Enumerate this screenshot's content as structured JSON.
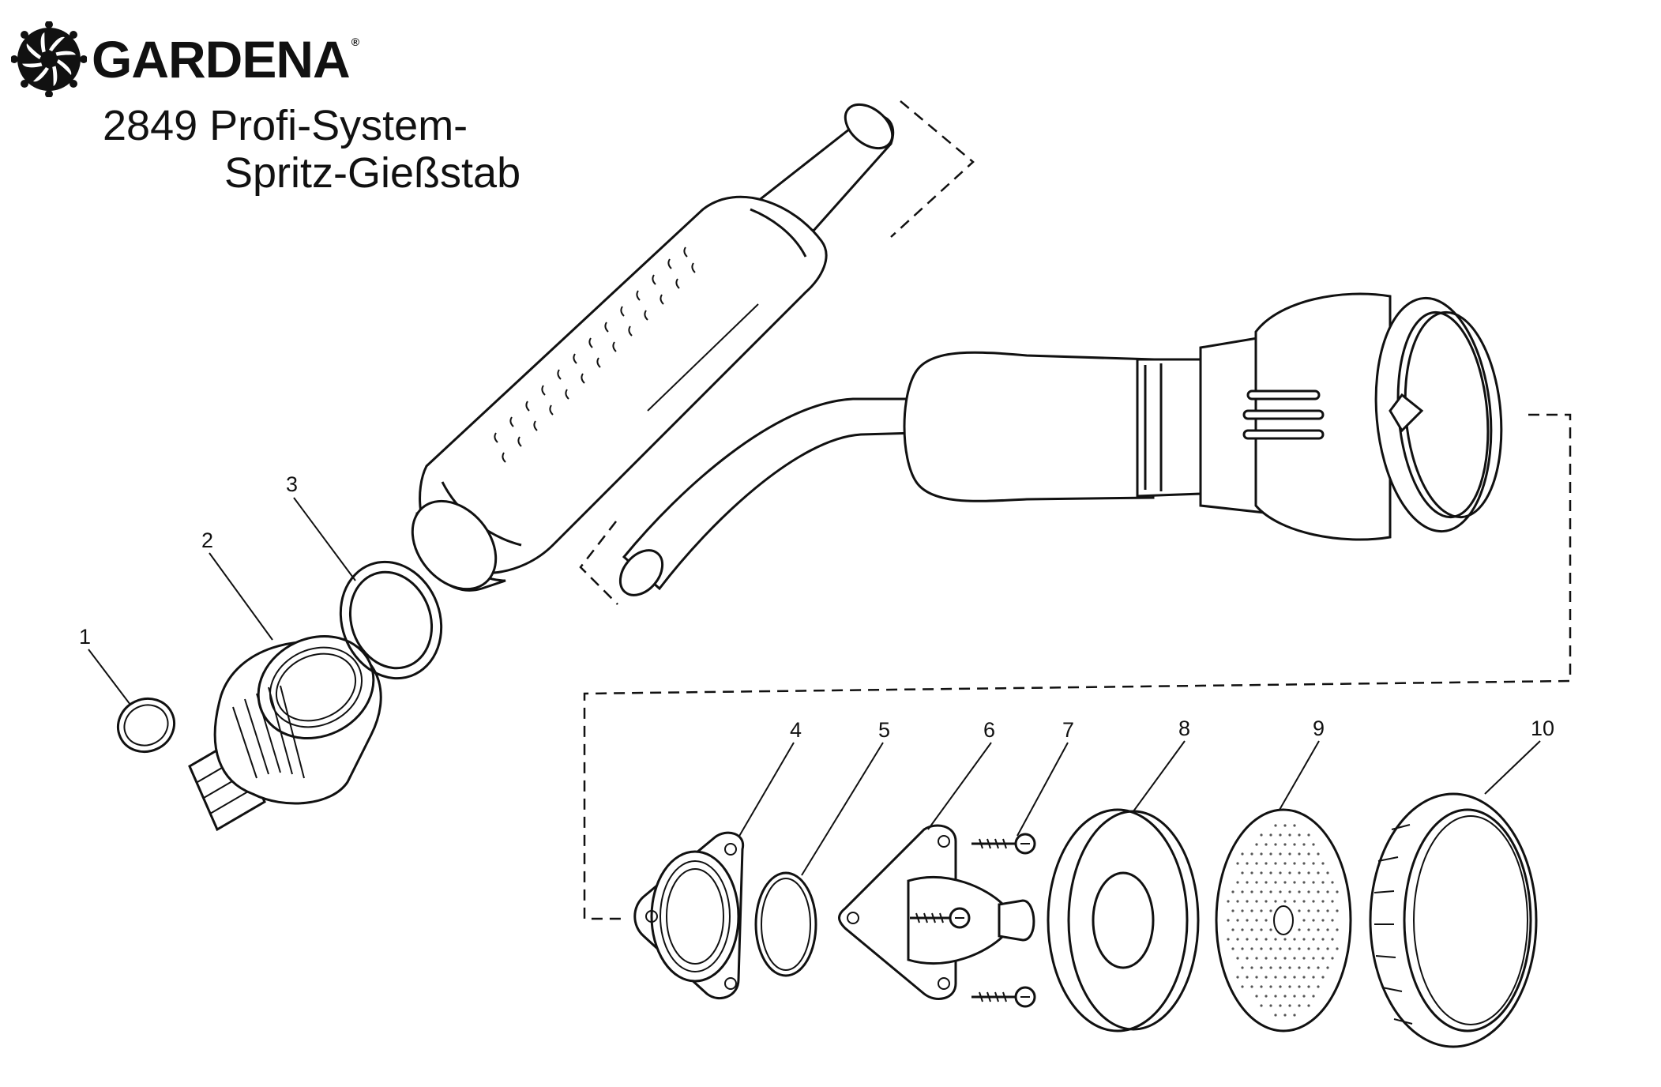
{
  "brand": {
    "name": "GARDENA",
    "registered": "®"
  },
  "title": {
    "line1": "2849 Profi-System-",
    "line2": "Spritz-Gießstab"
  },
  "parts": [
    {
      "number": "1"
    },
    {
      "number": "2"
    },
    {
      "number": "3"
    },
    {
      "number": "4"
    },
    {
      "number": "5"
    },
    {
      "number": "6"
    },
    {
      "number": "7"
    },
    {
      "number": "8"
    },
    {
      "number": "9"
    },
    {
      "number": "10"
    }
  ]
}
